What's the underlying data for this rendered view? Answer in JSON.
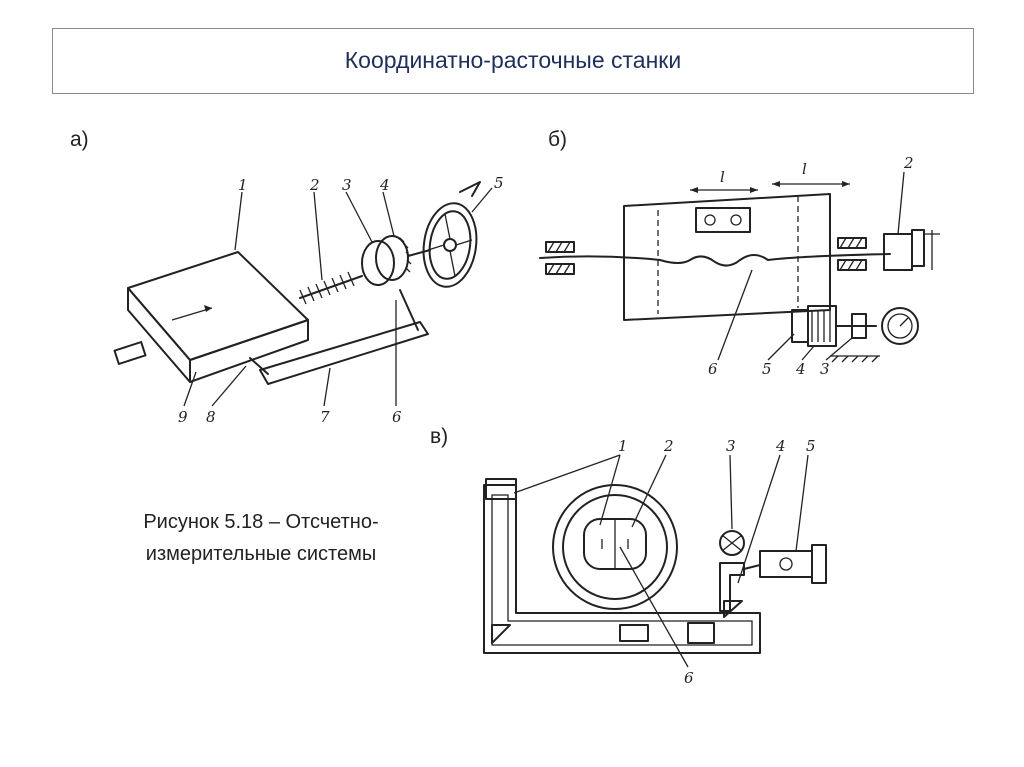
{
  "slide": {
    "title": "Координатно-расточные станки",
    "panel_labels": {
      "a": "а)",
      "b": "б)",
      "v": "в)"
    },
    "caption_line1": "Рисунок 5.18 – Отсчетно-",
    "caption_line2": "измерительные системы"
  },
  "diagram_a": {
    "callouts": [
      "1",
      "2",
      "3",
      "4",
      "5",
      "6",
      "7",
      "8",
      "9"
    ]
  },
  "diagram_b": {
    "callouts": [
      "2",
      "6",
      "5",
      "4",
      "3"
    ],
    "dimension_labels": [
      "l",
      "l"
    ]
  },
  "diagram_v": {
    "callouts": [
      "1",
      "2",
      "3",
      "4",
      "5",
      "6"
    ]
  }
}
